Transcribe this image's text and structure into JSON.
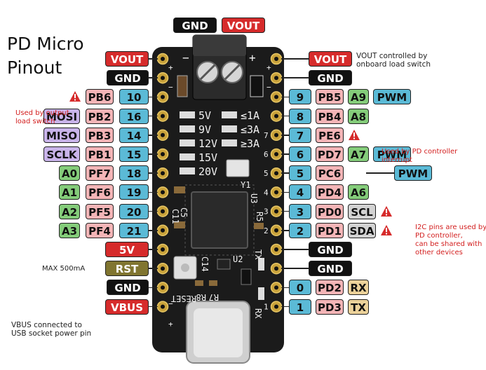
{
  "title_lines": [
    "PD Micro",
    "Pinout"
  ],
  "terminal": {
    "gnd": "GND",
    "vout": "VOUT",
    "minus": "−",
    "plus": "+"
  },
  "board_silk": {
    "voltages": [
      "5V",
      "9V",
      "12V",
      "15V",
      "20V"
    ],
    "currents": [
      "≤1A",
      "≤3A",
      "≥3A"
    ],
    "parts": [
      "Y1",
      "U3",
      "C5",
      "C11",
      "R5",
      "U2",
      "C14",
      "R8",
      "R7",
      "RESET",
      "TX",
      "RX"
    ],
    "pin_numbers": [
      "1",
      "2",
      "3",
      "4",
      "5",
      "6",
      "7"
    ]
  },
  "left_pins": [
    {
      "row": 1,
      "labels": [
        {
          "text": "VOUT",
          "c": "red"
        }
      ]
    },
    {
      "row": 2,
      "labels": [
        {
          "text": "GND",
          "c": "black"
        }
      ]
    },
    {
      "row": 3,
      "labels": [
        {
          "text": "PB6",
          "c": "pink"
        },
        {
          "text": "10",
          "c": "teal"
        }
      ],
      "warn": true
    },
    {
      "row": 4,
      "labels": [
        {
          "text": "MOSI",
          "c": "purple"
        },
        {
          "text": "PB2",
          "c": "pink"
        },
        {
          "text": "16",
          "c": "teal"
        }
      ]
    },
    {
      "row": 5,
      "labels": [
        {
          "text": "MISO",
          "c": "purple"
        },
        {
          "text": "PB3",
          "c": "pink"
        },
        {
          "text": "14",
          "c": "teal"
        }
      ]
    },
    {
      "row": 6,
      "labels": [
        {
          "text": "SCLK",
          "c": "purple"
        },
        {
          "text": "PB1",
          "c": "pink"
        },
        {
          "text": "15",
          "c": "teal"
        }
      ]
    },
    {
      "row": 7,
      "labels": [
        {
          "text": "A0",
          "c": "green"
        },
        {
          "text": "PF7",
          "c": "pink"
        },
        {
          "text": "18",
          "c": "teal"
        }
      ]
    },
    {
      "row": 8,
      "labels": [
        {
          "text": "A1",
          "c": "green"
        },
        {
          "text": "PF6",
          "c": "pink"
        },
        {
          "text": "19",
          "c": "teal"
        }
      ]
    },
    {
      "row": 9,
      "labels": [
        {
          "text": "A2",
          "c": "green"
        },
        {
          "text": "PF5",
          "c": "pink"
        },
        {
          "text": "20",
          "c": "teal"
        }
      ]
    },
    {
      "row": 10,
      "labels": [
        {
          "text": "A3",
          "c": "green"
        },
        {
          "text": "PF4",
          "c": "pink"
        },
        {
          "text": "21",
          "c": "teal"
        }
      ]
    },
    {
      "row": 11,
      "labels": [
        {
          "text": "5V",
          "c": "red"
        }
      ]
    },
    {
      "row": 12,
      "labels": [
        {
          "text": "RST",
          "c": "olive"
        }
      ]
    },
    {
      "row": 13,
      "labels": [
        {
          "text": "GND",
          "c": "black"
        }
      ]
    },
    {
      "row": 14,
      "labels": [
        {
          "text": "VBUS",
          "c": "red"
        }
      ]
    }
  ],
  "right_pins": [
    {
      "row": 1,
      "labels": [
        {
          "text": "VOUT",
          "c": "red"
        }
      ]
    },
    {
      "row": 2,
      "labels": [
        {
          "text": "GND",
          "c": "black"
        }
      ]
    },
    {
      "row": 3,
      "labels": [
        {
          "text": "9",
          "c": "teal"
        },
        {
          "text": "PB5",
          "c": "pink"
        },
        {
          "text": "A9",
          "c": "green"
        },
        {
          "text": "PWM",
          "c": "teal"
        }
      ]
    },
    {
      "row": 4,
      "labels": [
        {
          "text": "8",
          "c": "teal"
        },
        {
          "text": "PB4",
          "c": "pink"
        },
        {
          "text": "A8",
          "c": "green"
        }
      ]
    },
    {
      "row": 5,
      "labels": [
        {
          "text": "7",
          "c": "teal"
        },
        {
          "text": "PE6",
          "c": "pink"
        }
      ],
      "warn": true
    },
    {
      "row": 6,
      "labels": [
        {
          "text": "6",
          "c": "teal"
        },
        {
          "text": "PD7",
          "c": "pink"
        },
        {
          "text": "A7",
          "c": "green"
        },
        {
          "text": "PWM",
          "c": "teal"
        }
      ]
    },
    {
      "row": 7,
      "labels": [
        {
          "text": "5",
          "c": "teal"
        },
        {
          "text": "PC6",
          "c": "pink"
        },
        {
          "text": "PWM",
          "c": "teal"
        }
      ]
    },
    {
      "row": 8,
      "labels": [
        {
          "text": "4",
          "c": "teal"
        },
        {
          "text": "PD4",
          "c": "pink"
        },
        {
          "text": "A6",
          "c": "green"
        }
      ]
    },
    {
      "row": 9,
      "labels": [
        {
          "text": "3",
          "c": "teal"
        },
        {
          "text": "PD0",
          "c": "pink"
        },
        {
          "text": "SCL",
          "c": "grey"
        }
      ],
      "warn": true
    },
    {
      "row": 10,
      "labels": [
        {
          "text": "2",
          "c": "teal"
        },
        {
          "text": "PD1",
          "c": "pink"
        },
        {
          "text": "SDA",
          "c": "grey"
        }
      ],
      "warn": true
    },
    {
      "row": 11,
      "labels": [
        {
          "text": "GND",
          "c": "black"
        }
      ]
    },
    {
      "row": 12,
      "labels": [
        {
          "text": "GND",
          "c": "black"
        }
      ]
    },
    {
      "row": 13,
      "labels": [
        {
          "text": "0",
          "c": "teal"
        },
        {
          "text": "PD2",
          "c": "pink"
        },
        {
          "text": "RX",
          "c": "tan"
        }
      ]
    },
    {
      "row": 14,
      "labels": [
        {
          "text": "1",
          "c": "teal"
        },
        {
          "text": "PD3",
          "c": "pink"
        },
        {
          "text": "TX",
          "c": "tan"
        }
      ]
    }
  ],
  "notes": {
    "vout_switch": "VOUT controlled by\nonboard load switch",
    "pb6_warning": "Used by output\nload switch",
    "pe6_warning": "Used by PD controller\ninterrupt",
    "i2c_warning": "I2C pins are used by\nPD controller,\ncan be shared with\nother devices",
    "max_current": "MAX 500mA",
    "vbus_note": "VBUS connected to\nUSB socket power pin"
  },
  "colors": {
    "red": "#d62b2b",
    "black": "#111111",
    "pink": "#f4b5b7",
    "teal": "#5bbad6",
    "purple": "#c9b4ea",
    "green": "#84cc7a",
    "grey": "#d3d3d3",
    "tan": "#ecd29a",
    "olive": "#807530",
    "pcb": "#1b1b1b",
    "pad": "#c9a23a",
    "terminal": "#2b2b2b"
  }
}
